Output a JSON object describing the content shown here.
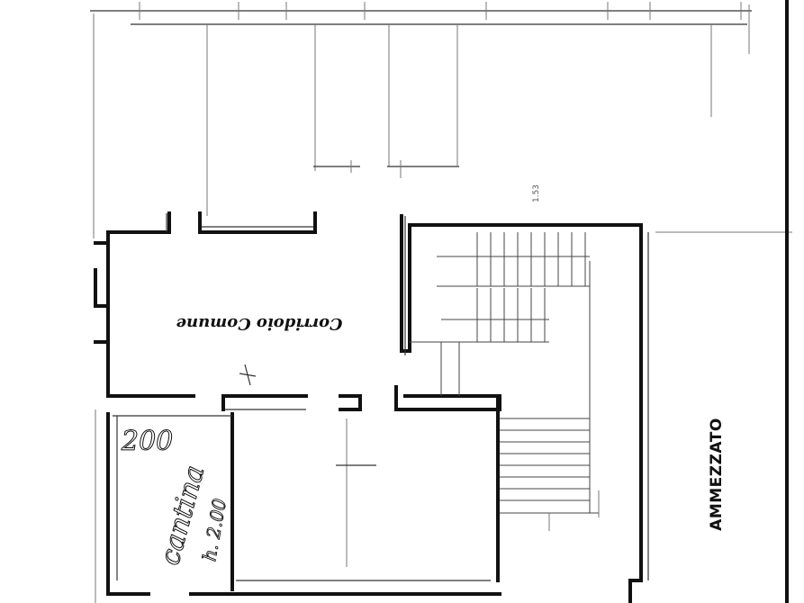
{
  "labels": {
    "corridor": "Corridoio Comune",
    "mezzanine": "AMMEZZATO",
    "cellar": "cantina",
    "height": "h. 2.00",
    "room_number": "200",
    "mark": "1.53"
  }
}
